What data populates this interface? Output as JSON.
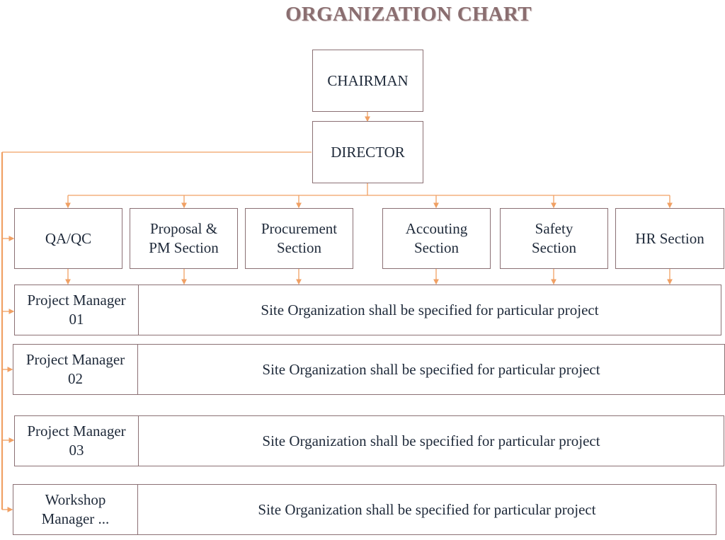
{
  "title": "ORGANIZATION CHART",
  "colors": {
    "connector": "#f0a064",
    "border": "#8b7074",
    "title": "#8a6e70",
    "text": "#1f2a3a"
  },
  "top": {
    "chairman": "CHAIRMAN",
    "director": "DIRECTOR"
  },
  "sections": [
    "QA/QC",
    "Proposal &\nPM Section",
    "Procurement\nSection",
    "Accouting\nSection",
    "Safety\nSection",
    "HR Section"
  ],
  "managers": [
    {
      "name": "Project Manager\n01",
      "site": "Site Organization shall be specified for particular project"
    },
    {
      "name": "Project Manager\n02",
      "site": "Site Organization shall be specified for particular project"
    },
    {
      "name": "Project Manager\n03",
      "site": "Site Organization shall be specified for particular project"
    },
    {
      "name": "Workshop\nManager ...",
      "site": "Site Organization shall be specified for particular project"
    }
  ]
}
